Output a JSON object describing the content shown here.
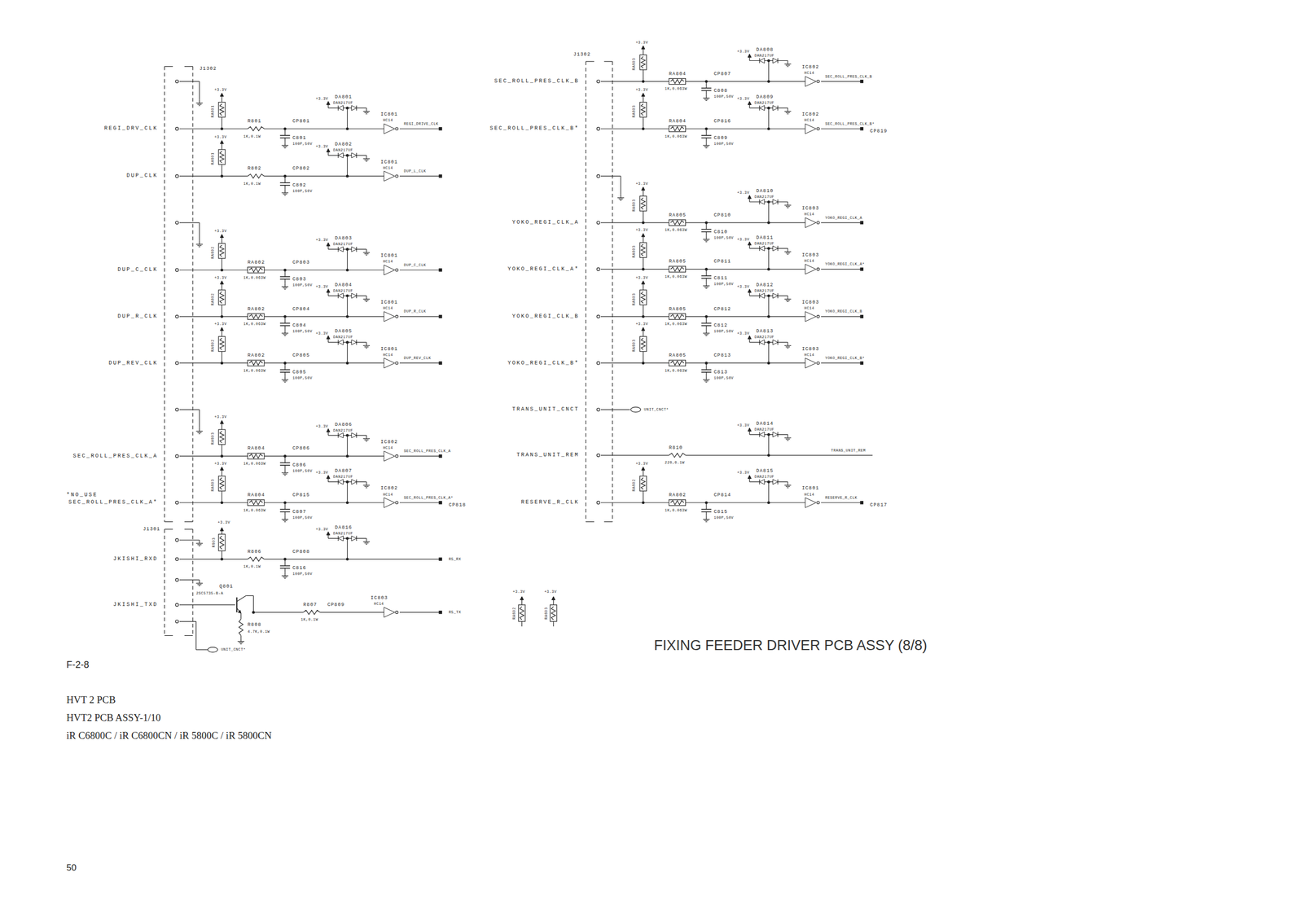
{
  "diagram": {
    "title": "FIXING FEEDER DRIVER PCB ASSY (8/8)",
    "caption": "F-2-8",
    "labels": [
      "J1302",
      "REGI_DRV_CLK",
      "+3.3V",
      "RA801",
      "R801",
      "1K,0.1W",
      "CP801",
      "C801",
      "100P,50V",
      "+3.3V",
      "DA801",
      "DAN217UF",
      "IC801",
      "HC14",
      "REGI_DRIVE_CLK",
      "DUP_CLK",
      "+3.3V",
      "RA801",
      "R802",
      "1K,0.1W",
      "CP802",
      "C802",
      "100P,50V",
      "+3.3V",
      "DA802",
      "DAN217UF",
      "IC801",
      "HC14",
      "DUP_L_CLK",
      "DUP_C_CLK",
      "+3.3V",
      "RA802",
      "RA802",
      "1K,0.063W",
      "CP803",
      "C803",
      "100P,50V",
      "+3.3V",
      "DA803",
      "DAN217UF",
      "IC801",
      "HC14",
      "DUP_C_CLK",
      "DUP_R_CLK",
      "+3.3V",
      "RA802",
      "RA802",
      "1K,0.063W",
      "CP804",
      "C804",
      "100P,50V",
      "+3.3V",
      "DA804",
      "DAN217UF",
      "IC801",
      "HC14",
      "DUP_R_CLK",
      "DUP_REV_CLK",
      "+3.3V",
      "RA802",
      "RA802",
      "1K,0.063W",
      "CP805",
      "C805",
      "100P,50V",
      "+3.3V",
      "DA805",
      "DAN217UF",
      "IC801",
      "HC14",
      "DUP_REV_CLK",
      "SEC_ROLL_PRES_CLK_A",
      "+3.3V",
      "RA803",
      "RA804",
      "1K,0.063W",
      "CP806",
      "C806",
      "100P,50V",
      "+3.3V",
      "DA806",
      "DAN217UF",
      "IC802",
      "HC14",
      "SEC_ROLL_PRES_CLK_A",
      "SEC_ROLL_PRES_CLK_A*",
      "+3.3V",
      "RA803",
      "RA804",
      "1K,0.063W",
      "CP815",
      "C807",
      "100P,50V",
      "+3.3V",
      "DA807",
      "DAN217UF",
      "IC802",
      "HC14",
      "SEC_ROLL_PRES_CLK_A*",
      "*NO_USE",
      "CP818",
      "J1301",
      "+3.3V",
      "R803",
      "JKISHI_RXD",
      "R806",
      "1K,0.1W",
      "CP808",
      "C816",
      "100P,50V",
      "+3.3V",
      "DA816",
      "DAN217UF",
      "R5_RX",
      "JKISHI_TXD",
      "Q801",
      "2SC5735-B-A",
      "R808",
      "4.7K,0.1W",
      "R807",
      "1K,0.1W",
      "CP809",
      "IC803",
      "HC14",
      "R5_TX",
      "UNIT_CNCT*",
      "J1302",
      "SEC_ROLL_PRES_CLK_B",
      "+3.3V",
      "RA803",
      "RA804",
      "1K,0.063W",
      "CP807",
      "C808",
      "100P,50V",
      "+3.3V",
      "DA808",
      "DAN217UF",
      "IC802",
      "HC14",
      "SEC_ROLL_PRES_CLK_B",
      "SEC_ROLL_PRES_CLK_B*",
      "+3.3V",
      "RA803",
      "RA804",
      "1K,0.063W",
      "CP816",
      "C809",
      "100P,50V",
      "+3.3V",
      "DA809",
      "DAN217UF",
      "IC802",
      "HC14",
      "SEC_ROLL_PRES_CLK_B*",
      "YOKO_REGI_CLK_A",
      "+3.3V",
      "RA803",
      "RA805",
      "1K,0.063W",
      "CP810",
      "C810",
      "100P,50V",
      "+3.3V",
      "DA810",
      "DAN217UF",
      "IC803",
      "HC14",
      "YOKO_REGI_CLK_A",
      "YOKO_REGI_CLK_A*",
      "+3.3V",
      "RA803",
      "RA805",
      "1K,0.063W",
      "CP811",
      "C811",
      "100P,50V",
      "+3.3V",
      "DA811",
      "DAN217UF",
      "IC803",
      "HC14",
      "YOKO_REGI_CLK_A*",
      "YOKO_REGI_CLK_B",
      "+3.3V",
      "RA803",
      "RA805",
      "1K,0.063W",
      "CP812",
      "C812",
      "100P,50V",
      "+3.3V",
      "DA812",
      "DAN217UF",
      "IC803",
      "HC14",
      "YOKO_REGI_CLK_B",
      "YOKO_REGI_CLK_B*",
      "+3.3V",
      "RA803",
      "RA805",
      "1K,0.063W",
      "CP813",
      "C813",
      "100P,50V",
      "+3.3V",
      "DA813",
      "DAN217UF",
      "IC803",
      "HC14",
      "YOKO_REGI_CLK_B*",
      "RESERVE_R_CLK",
      "+3.3V",
      "RA802",
      "RA802",
      "1K,0.063W",
      "CP814",
      "C815",
      "100P,50V",
      "+3.3V",
      "DA815",
      "DAN217UF",
      "IC801",
      "HC14",
      "RESERVE_R_CLK",
      "CP819",
      "CP817",
      "TRANS_UNIT_CNCT",
      "UNIT_CNCT*",
      "TRANS_UNIT_REM",
      "R810",
      "220,0.1W",
      "+3.3V",
      "DA814",
      "DAN217UF",
      "TRANS_UNIT_REM",
      "+3.3V",
      "RA802",
      "+3.3V",
      "RA803",
      "HVT 2 PCB",
      "HVT2 PCB ASSY-1/10",
      "iR C6800C / iR C6800CN / iR 5800C / iR 5800CN",
      "50"
    ]
  }
}
